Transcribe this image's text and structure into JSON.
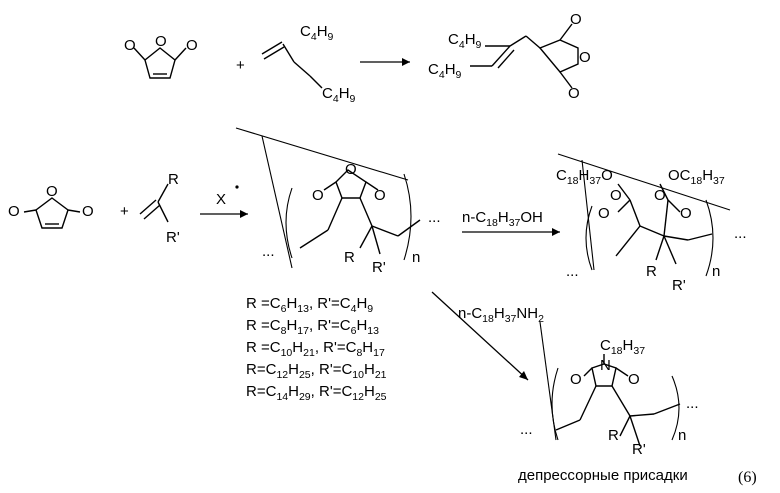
{
  "reaction1": {
    "alkene_substituent": "C4H9",
    "alkene_substituent2": "C4H9",
    "product_substituent_top": "C4H9",
    "product_substituent_bottom": "C4H9",
    "plus": "+"
  },
  "reaction2": {
    "plus": "+",
    "alkene_r": "R",
    "alkene_r_prime": "R'",
    "initiator": "X",
    "polymer_r": "R",
    "polymer_r_prime": "R'",
    "polymer_n": "n",
    "ellipsis": "..."
  },
  "substituent_table": [
    "R =C6H13, R'=C4H9",
    "R =C8H17, R'=C6H13",
    "R =C10H21, R'=C8H17",
    "R=C12H25, R'=C10H21",
    "R=C14H29, R'=C12H25"
  ],
  "esterification": {
    "reagent": "n-C18H37OH",
    "ester_left": "C18H37O",
    "ester_right": "OC18H37",
    "r": "R",
    "r_prime": "R'",
    "n": "n"
  },
  "amidation": {
    "reagent": "n-C18H37NH2",
    "imide_n_substituent": "C18H37",
    "r": "R",
    "r_prime": "R'",
    "n": "n"
  },
  "caption": "депрессорные присадки",
  "equation_number": "(6)"
}
